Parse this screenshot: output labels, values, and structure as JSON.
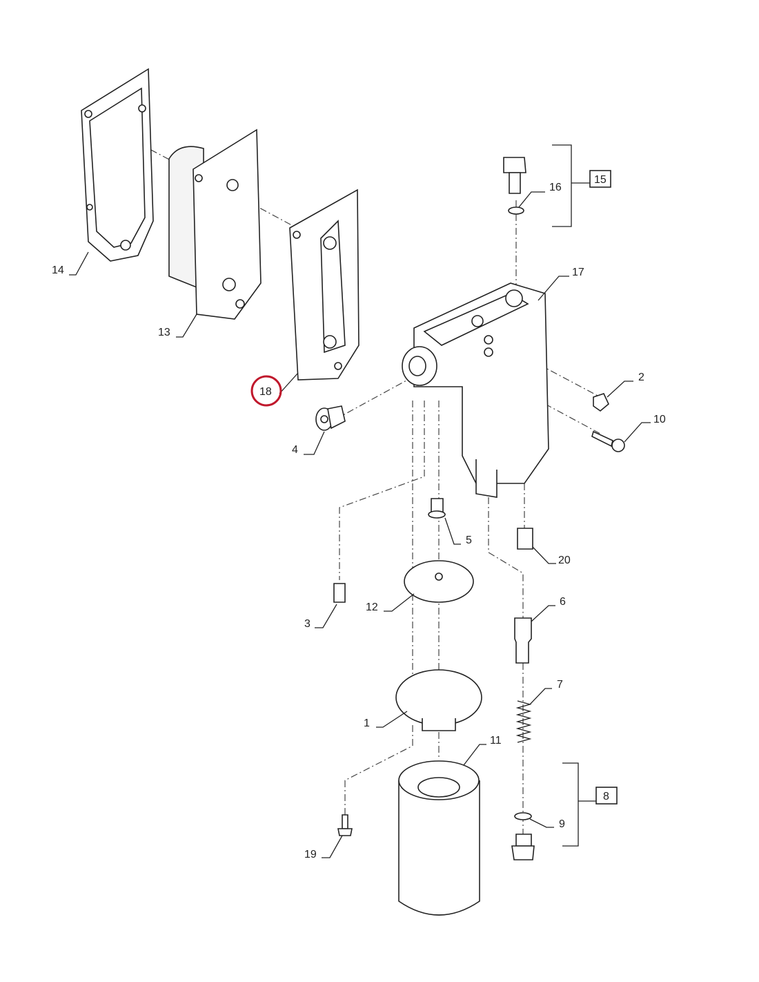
{
  "diagram": {
    "title": "Oil filter housing and oil cooler exploded parts view",
    "highlight_color": "#c0182c",
    "highlighted_part": "18",
    "callouts": [
      "1",
      "2",
      "3",
      "4",
      "5",
      "6",
      "7",
      "9",
      "10",
      "11",
      "12",
      "13",
      "14",
      "16",
      "17",
      "18",
      "19",
      "20"
    ],
    "kit_callouts": [
      "15",
      "8"
    ]
  },
  "labels": {
    "p1": "1",
    "p2": "2",
    "p3": "3",
    "p4": "4",
    "p5": "5",
    "p6": "6",
    "p7": "7",
    "p8": "8",
    "p9": "9",
    "p10": "10",
    "p11": "11",
    "p12": "12",
    "p13": "13",
    "p14": "14",
    "p15": "15",
    "p16": "16",
    "p17": "17",
    "p18": "18",
    "p19": "19",
    "p20": "20"
  }
}
